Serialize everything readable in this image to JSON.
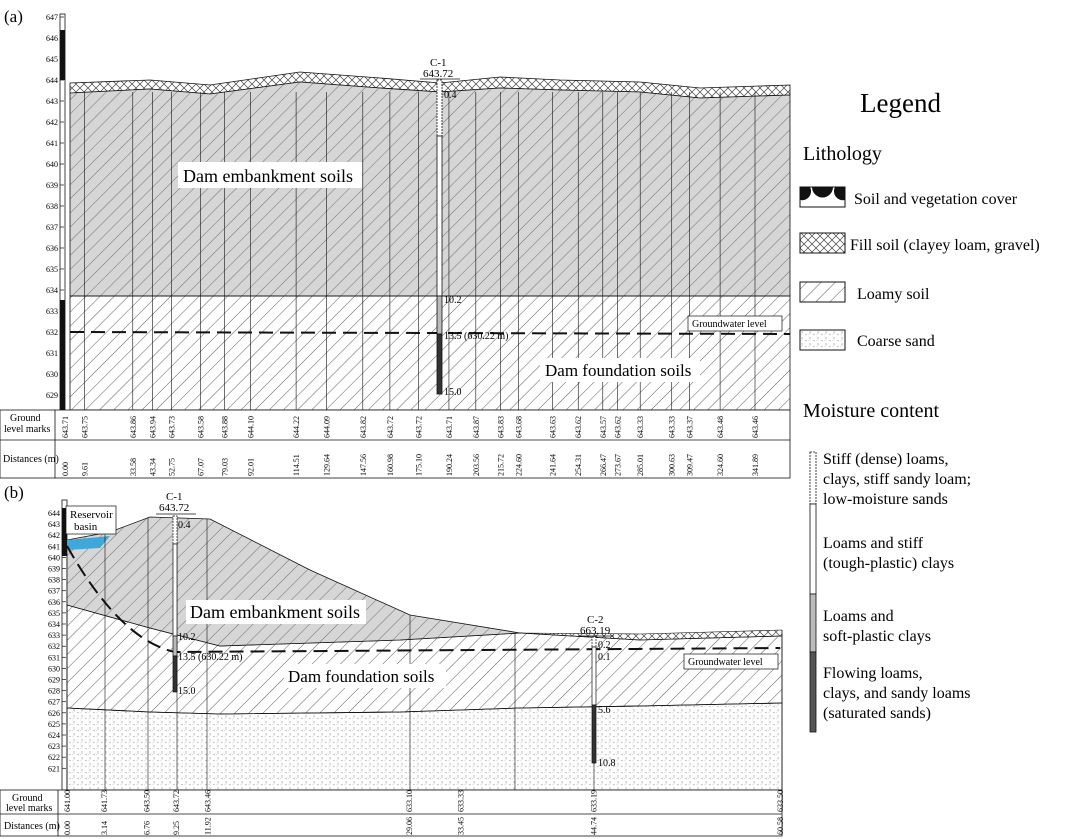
{
  "panel_a": {
    "tag": "(a)",
    "embankment_label": "Dam embankment soils",
    "foundation_label": "Dam foundation soils",
    "groundwater_label": "Groundwater level",
    "well": {
      "name": "C-1",
      "elev": "643.72",
      "marks": [
        "0.4",
        "10.2",
        "13.5 (630.22 m)",
        "15.0"
      ]
    },
    "y_scale": [
      "647",
      "646",
      "645",
      "644",
      "643",
      "642",
      "641",
      "640",
      "639",
      "638",
      "637",
      "636",
      "635",
      "634",
      "633",
      "632",
      "631",
      "630",
      "629"
    ],
    "row_label_marks": "Ground level marks",
    "row_label_dist": "Distances (m)",
    "marks": [
      "643.71",
      "643.75",
      "643.86",
      "643.94",
      "643.73",
      "643.58",
      "643.88",
      "644.10",
      "644.22",
      "644.09",
      "643.82",
      "643.72",
      "643.72",
      "643.71",
      "643.87",
      "643.83",
      "643.68",
      "643.63",
      "643.62",
      "643.57",
      "643.62",
      "643.33",
      "643.33",
      "643.37",
      "643.48",
      "643.46"
    ],
    "distances": [
      "0.00",
      "9.61",
      "33.58",
      "43.34",
      "52.75",
      "67.07",
      "79.03",
      "92.01",
      "114.51",
      "129.64",
      "147.56",
      "160.98",
      "175.10",
      "190.24",
      "203.56",
      "215.72",
      "224.60",
      "241.64",
      "254.31",
      "266.47",
      "273.67",
      "285.01",
      "300.63",
      "309.47",
      "324.60",
      "341.89"
    ]
  },
  "panel_b": {
    "tag": "(b)",
    "reservoir_label": "Reservoir basin",
    "embankment_label": "Dam embankment soils",
    "foundation_label": "Dam foundation soils",
    "groundwater_label": "Groundwater level",
    "well1": {
      "name": "C-1",
      "elev": "643.72",
      "marks": [
        "0.4",
        "10.2",
        "13.5 (630.22 m)",
        "15.0"
      ]
    },
    "well2": {
      "name": "C-2",
      "elev": "663.19",
      "marks": [
        "0.2",
        "0.1",
        "5.6",
        "10.8"
      ]
    },
    "y_scale": [
      "644",
      "643",
      "642",
      "641",
      "640",
      "639",
      "638",
      "637",
      "636",
      "635",
      "634",
      "633",
      "632",
      "631",
      "630",
      "629",
      "628",
      "627",
      "626",
      "625",
      "624",
      "623",
      "622",
      "621"
    ],
    "row_label_marks": "Ground level marks",
    "row_label_dist": "Distances (m)",
    "marks": [
      "641.00",
      "641.73",
      "643.50",
      "643.72",
      "643.46",
      "633.10",
      "633.33",
      "633.19",
      "633.50"
    ],
    "distances": [
      "0.00",
      "3.14",
      "6.76",
      "9.25",
      "11.92",
      "29.06",
      "33.45",
      "44.74",
      "60.58"
    ]
  },
  "legend": {
    "title": "Legend",
    "lithology_title": "Lithology",
    "lithology_items": [
      "Soil and vegetation cover",
      "Fill soil (clayey loam, gravel)",
      "Loamy soil",
      "Coarse sand"
    ],
    "moisture_title": "Moisture content",
    "moisture_items": [
      [
        "Stiff (dense) loams,",
        "clays, stiff sandy loam;",
        "low-moisture sands"
      ],
      [
        "Loams and stiff",
        "(tough-plastic) clays"
      ],
      [
        "Loams and",
        "soft-plastic clays"
      ],
      [
        "Flowing loams,",
        "clays, and sandy loams",
        "(saturated sands)"
      ]
    ]
  },
  "colors": {
    "embankment_fill": "#d6d6d6",
    "water": "#3fa7d9",
    "line": "#111111"
  }
}
